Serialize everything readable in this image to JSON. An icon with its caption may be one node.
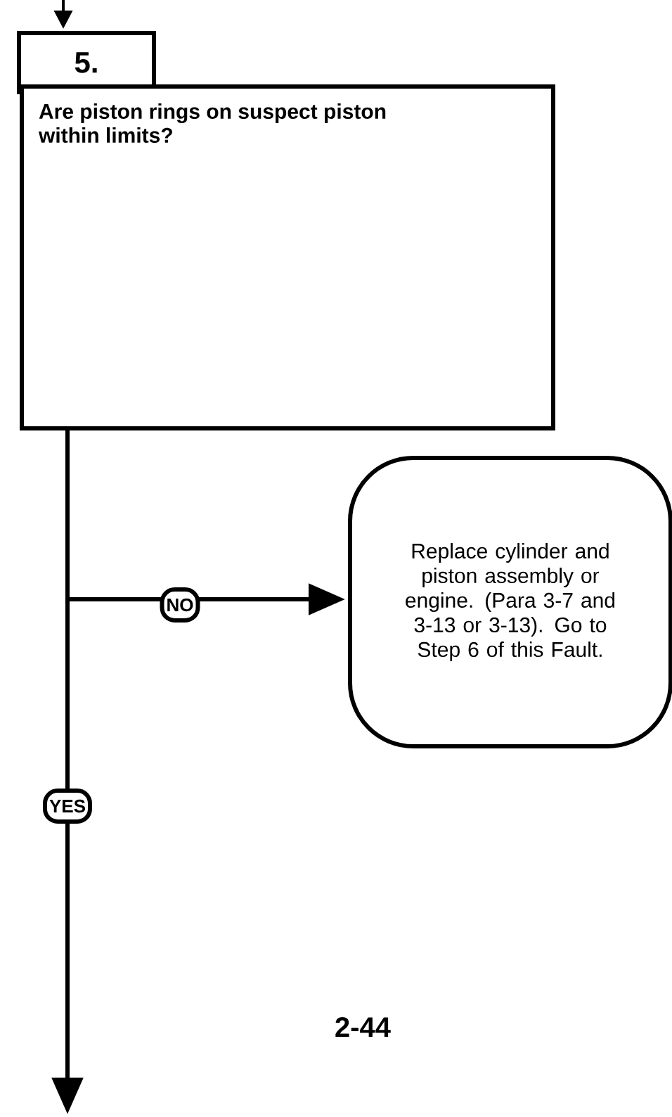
{
  "diagram": {
    "nodes": [
      {
        "text": [
          "5."
        ]
      },
      {
        "text": [
          "Are piston rings on suspect piston within limits?"
        ]
      },
      {
        "text": [
          "Replace cylinder and piston assembly or engine. (Para 3-7 and 3-13 or 3-13). Go to Step 6 of this Fault."
        ]
      }
    ],
    "edges": [
      {
        "from": null,
        "to": 0,
        "arrow": "to"
      },
      {
        "from": 1,
        "to": 2,
        "arrow": "to",
        "label": "NO"
      },
      {
        "from": 1,
        "to": null,
        "arrow": "to",
        "label": "YES"
      }
    ],
    "labels": [
      "2-44"
    ]
  }
}
